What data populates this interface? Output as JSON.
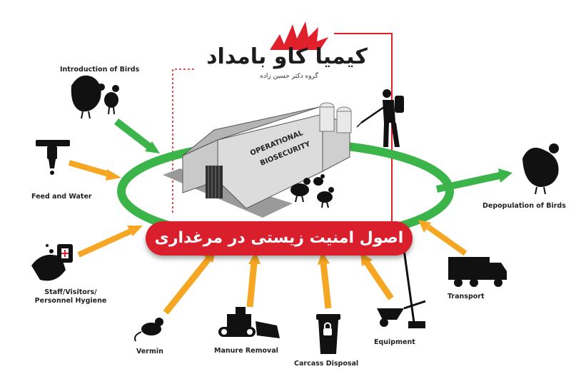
{
  "logo": {
    "title": "کیمیا کاو بامداد",
    "subtitle": "گروه دکتر حسین زاده"
  },
  "building": {
    "sign_line1": "OPERATIONAL",
    "sign_line2": "BIOSECURITY"
  },
  "banner": {
    "text": "اصول امنیت زیستی در مرغداری"
  },
  "items": {
    "introduction": "Introduction of Birds",
    "feed_water": "Feed and Water",
    "staff_line1": "Staff/Visitors/",
    "staff_line2": "Personnel Hygiene",
    "vermin": "Vermin",
    "manure": "Manure Removal",
    "carcass": "Carcass Disposal",
    "equipment": "Equipment",
    "transport": "Transport",
    "depopulation": "Depopulation of Birds"
  },
  "colors": {
    "ring_green": "#3bb54a",
    "arrow_orange": "#f5a623",
    "banner_red": "#d81f2b",
    "accent_red": "#e0202b"
  }
}
